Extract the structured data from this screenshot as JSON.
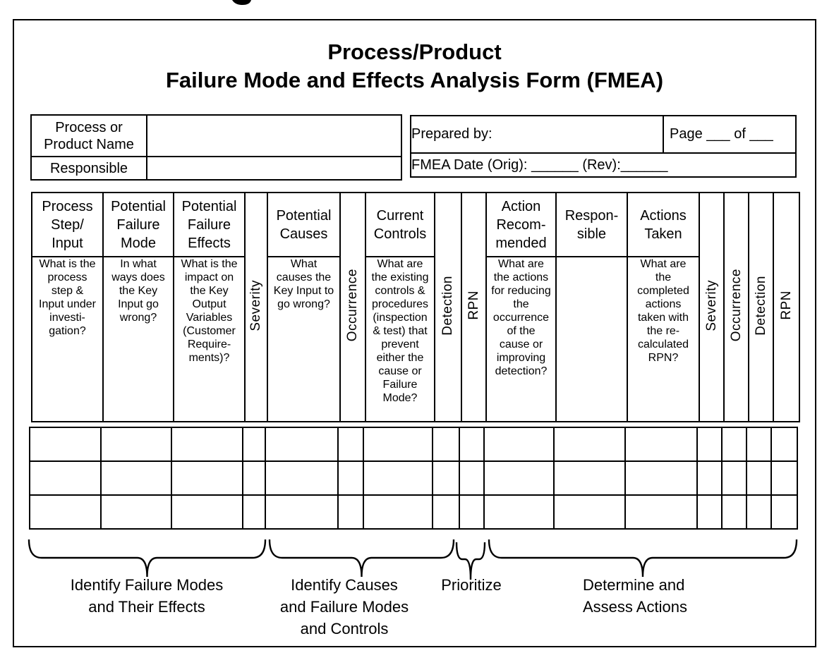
{
  "title": {
    "line1": "Process/Product",
    "line2": "Failure Mode and Effects Analysis Form (FMEA)"
  },
  "info": {
    "name_label": "Process or\nProduct Name",
    "name_value": "",
    "responsible_label": "Responsible",
    "responsible_value": "",
    "prepared_by_label": "Prepared by:",
    "page_label": "Page ___ of ___",
    "fmea_date_label": "FMEA Date (Orig): ______ (Rev):______"
  },
  "table": {
    "columns": [
      {
        "key": "process-step-input",
        "title": "Process\nStep/\nInput",
        "desc": "What is the\nprocess\nstep &\nInput under\ninvesti-\ngation?"
      },
      {
        "key": "potential-failure-mode",
        "title": "Potential\nFailure\nMode",
        "desc": "In what\nways does\nthe Key\nInput go\nwrong?"
      },
      {
        "key": "potential-failure-effects",
        "title": "Potential\nFailure\nEffects",
        "desc": "What is the\nimpact on\nthe Key\nOutput\nVariables\n(Customer\nRequire-\nments)?"
      },
      {
        "key": "severity",
        "title": "Severity",
        "vertical": true
      },
      {
        "key": "potential-causes",
        "title": "Potential\nCauses",
        "desc": "What\ncauses the\nKey Input to\ngo wrong?"
      },
      {
        "key": "occurrence",
        "title": "Occurrence",
        "vertical": true
      },
      {
        "key": "current-controls",
        "title": "Current\nControls",
        "desc": "What are\nthe existing\ncontrols &\nprocedures\n(inspection\n& test) that\nprevent\neither the\ncause or\nFailure\nMode?"
      },
      {
        "key": "detection",
        "title": "Detection",
        "vertical": true
      },
      {
        "key": "rpn",
        "title": "RPN",
        "vertical": true
      },
      {
        "key": "action-recommended",
        "title": "Action\nRecom-\nmended",
        "desc": "What are\nthe actions\nfor reducing\nthe\noccurrence\nof the\ncause or\nimproving\ndetection?"
      },
      {
        "key": "responsible",
        "title": "Respon-\nsible",
        "desc": ""
      },
      {
        "key": "actions-taken",
        "title": "Actions\nTaken",
        "desc": "What are\nthe\ncompleted\nactions\ntaken with\nthe re-\ncalculated\nRPN?"
      },
      {
        "key": "severity-2",
        "title": "Severity",
        "vertical": true
      },
      {
        "key": "occurrence-2",
        "title": "Occurrence",
        "vertical": true
      },
      {
        "key": "detection-2",
        "title": "Detection",
        "vertical": true
      },
      {
        "key": "rpn-2",
        "title": "RPN",
        "vertical": true
      }
    ],
    "empty_row_count": 3
  },
  "braces": {
    "group1": "Identify Failure Modes\nand Their Effects",
    "group2": "Identify Causes\nand Failure Modes\nand Controls",
    "group3": "Prioritize",
    "group4": "Determine and\nAssess Actions"
  }
}
